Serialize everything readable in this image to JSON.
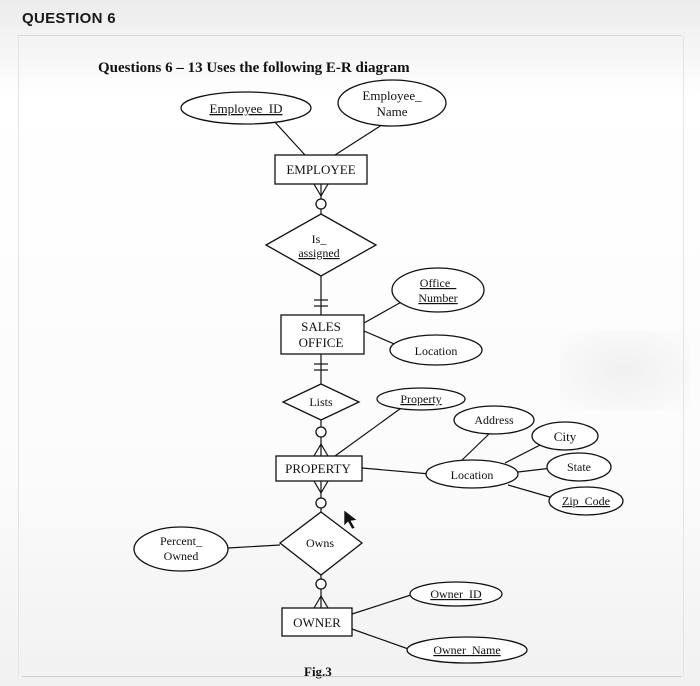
{
  "question_title": "QUESTION 6",
  "instruction": "Questions 6 – 13 Uses the following E-R diagram",
  "figure_caption": "Fig.3",
  "diagram": {
    "entities": {
      "employee": "EMPLOYEE",
      "sales_office_1": "SALES",
      "sales_office_2": "OFFICE",
      "property": "PROPERTY",
      "owner": "OWNER"
    },
    "relationships": {
      "is_assigned_1": "Is_",
      "is_assigned_2": "assigned",
      "lists": "Lists",
      "owns": "Owns"
    },
    "attributes": {
      "employee_id": "Employee_ID",
      "employee_name_1": "Employee_",
      "employee_name_2": "Name",
      "office_number_1": "Office_",
      "office_number_2": "Number",
      "office_location": "Location",
      "property_id": "Property",
      "address": "Address",
      "property_location": "Location",
      "city": "City",
      "state": "State",
      "zip_code": "Zip_Code",
      "percent_owned_1": "Percent_",
      "percent_owned_2": "Owned",
      "owner_id": "Owner_ID",
      "owner_name": "Owner_Name"
    }
  }
}
